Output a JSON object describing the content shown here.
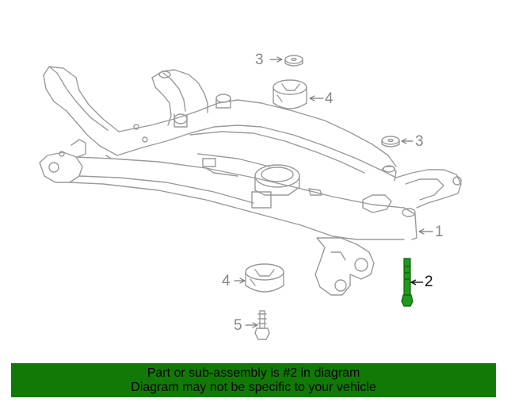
{
  "callouts": [
    {
      "label": "3"
    },
    {
      "label": "4"
    },
    {
      "label": "3"
    },
    {
      "label": "1"
    },
    {
      "label": "2"
    },
    {
      "label": "4"
    },
    {
      "label": "5"
    }
  ],
  "banner": {
    "line1": "Part or sub-assembly is #2 in diagram",
    "line2": "Diagram may not be specific to your vehicle"
  },
  "colors": {
    "line": "#9a9a9a",
    "highlight_part": "#1f9a1a",
    "banner_bg": "#117a06"
  }
}
